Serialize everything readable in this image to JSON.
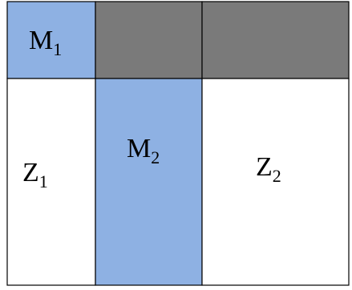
{
  "colors": {
    "blue_fill": "#8EB1E3",
    "gray_fill": "#7A7A7A",
    "white_fill": "#FFFFFF",
    "stroke": "#000000"
  },
  "cells": {
    "m1": {
      "base": "M",
      "sub": "1"
    },
    "m2": {
      "base": "M",
      "sub": "2"
    },
    "z1": {
      "base": "Z",
      "sub": "1"
    },
    "z2": {
      "base": "Z",
      "sub": "2"
    }
  }
}
